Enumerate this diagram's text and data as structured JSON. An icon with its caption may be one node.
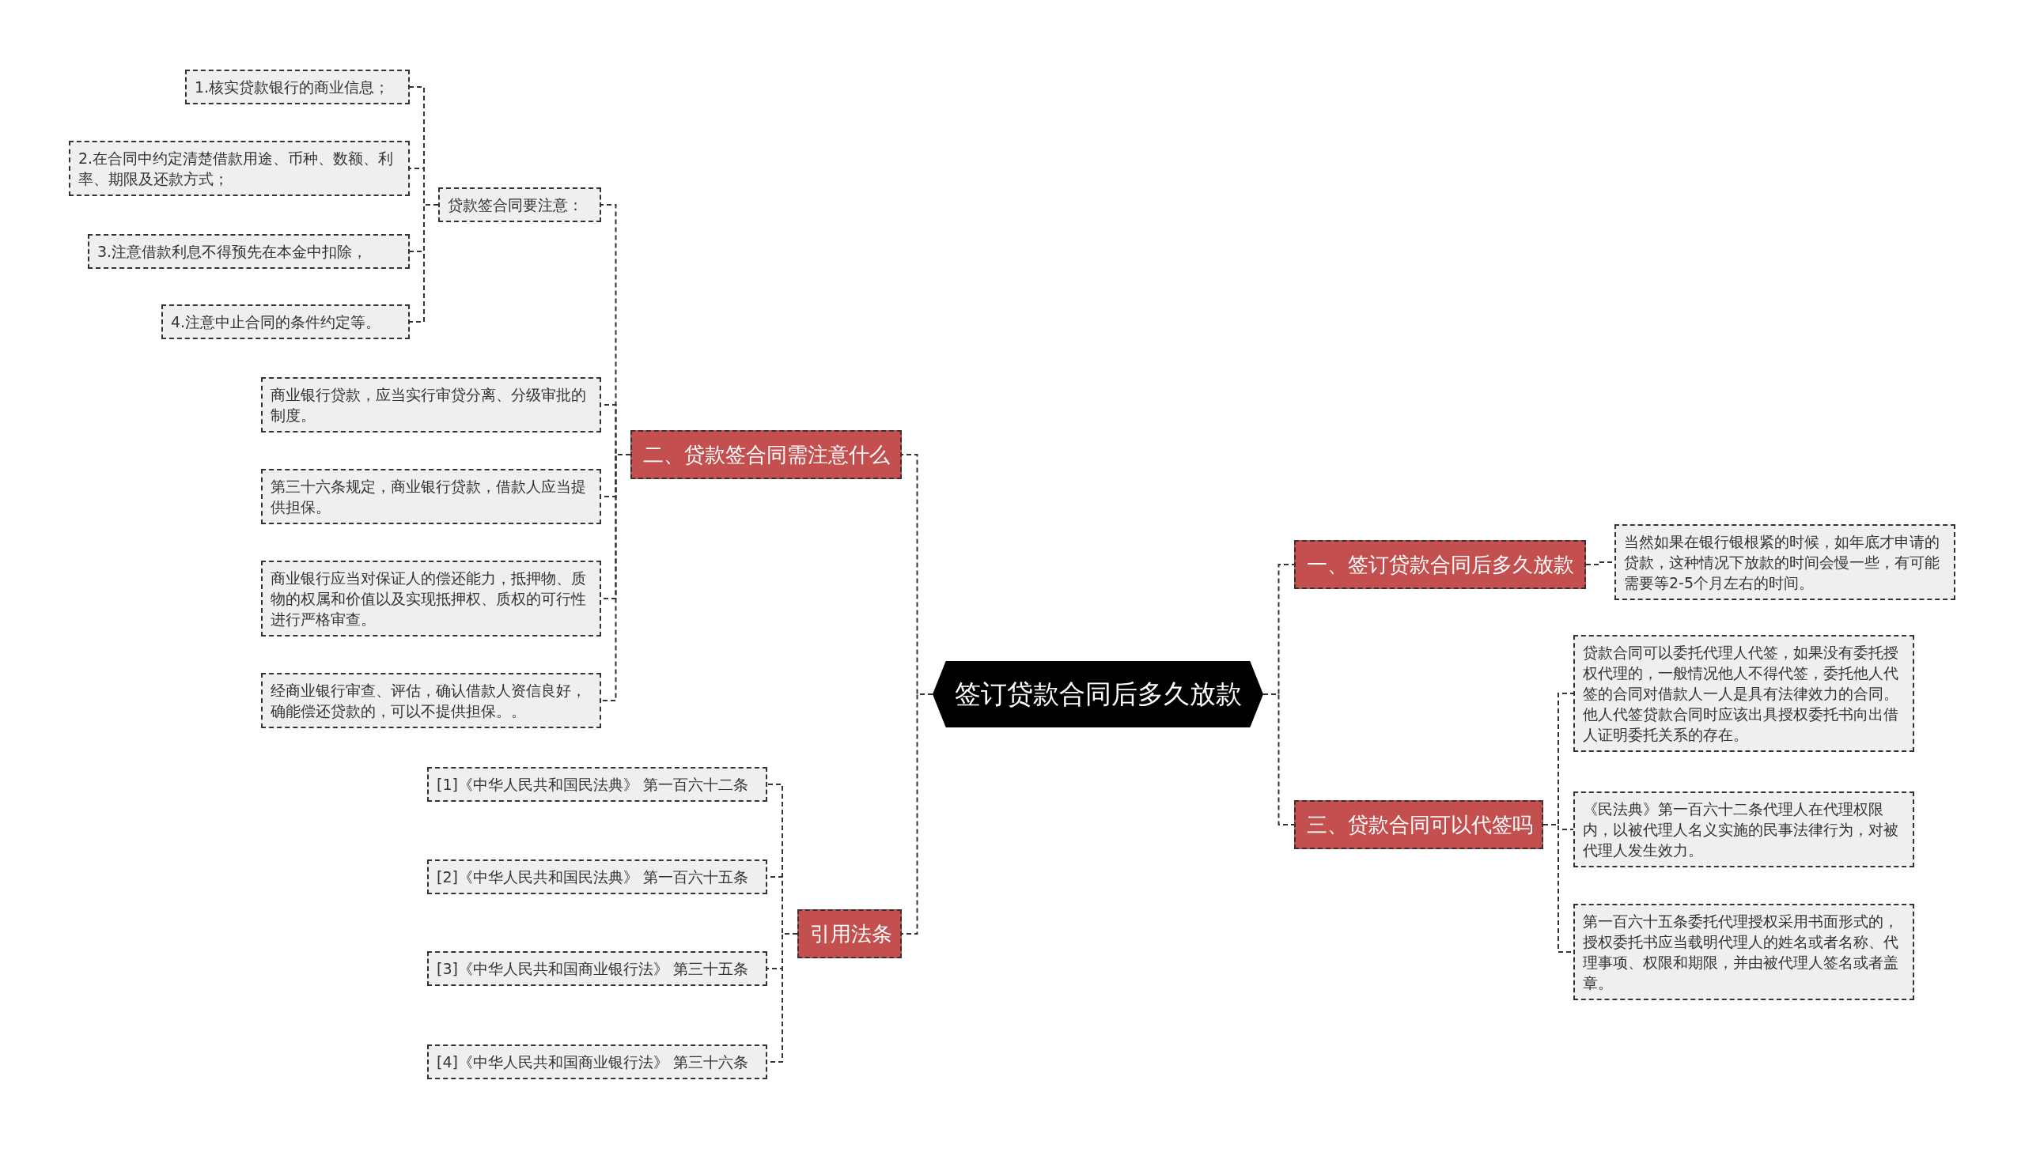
{
  "diagram": {
    "nodes": [
      {
        "text": [
          "签订贷款合同后多久放款"
        ]
      },
      {
        "text": [
          "二、贷款签合同需注意什么"
        ]
      },
      {
        "text": [
          "贷款签合同要注意："
        ]
      },
      {
        "text": [
          "1.核实贷款银行的商业信息；"
        ]
      },
      {
        "text": [
          "2.在合同中约定清楚借款用途、币种、数额、利率、期限及还款方式；"
        ]
      },
      {
        "text": [
          "3.注意借款利息不得预先在本金中扣除，"
        ]
      },
      {
        "text": [
          "4.注意中止合同的条件约定等。"
        ]
      },
      {
        "text": [
          "商业银行贷款，应当实行审贷分离、分级审批的制度。"
        ]
      },
      {
        "text": [
          "第三十六条规定，商业银行贷款，借款人应当提供担保。"
        ]
      },
      {
        "text": [
          "商业银行应当对保证人的偿还能力，抵押物、质物的权属和价值以及实现抵押权、质权的可行性进行严格审查。"
        ]
      },
      {
        "text": [
          "经商业银行审查、评估，确认借款人资信良好，确能偿还贷款的，可以不提供担保。。"
        ]
      },
      {
        "text": [
          "引用法条"
        ]
      },
      {
        "text": [
          "[1]《中华人民共和国民法典》 第一百六十二条"
        ]
      },
      {
        "text": [
          "[2]《中华人民共和国民法典》 第一百六十五条"
        ]
      },
      {
        "text": [
          "[3]《中华人民共和国商业银行法》 第三十五条"
        ]
      },
      {
        "text": [
          "[4]《中华人民共和国商业银行法》 第三十六条"
        ]
      },
      {
        "text": [
          "一、签订贷款合同后多久放款"
        ]
      },
      {
        "text": [
          "当然如果在银行银根紧的时候，如年底才申请的贷款，这种情况下放款的时间会慢一些，有可能需要等2-5个月左右的时间。"
        ]
      },
      {
        "text": [
          "三、贷款合同可以代签吗"
        ]
      },
      {
        "text": [
          "贷款合同可以委托代理人代签，如果没有委托授权代理的，一般情况他人不得代签，委托他人代签的合同对借款人一人是具有法律效力的合同。他人代签贷款合同时应该出具授权委托书向出借人证明委托关系的存在。"
        ]
      },
      {
        "text": [
          "《民法典》第一百六十二条代理人在代理权限内，以被代理人名义实施的民事法律行为，对被代理人发生效力。"
        ]
      },
      {
        "text": [
          "第一百六十五条委托代理授权采用书面形式的，授权委托书应当载明代理人的姓名或者名称、代理事项、权限和期限，并由被代理人签名或者盖章。"
        ]
      }
    ],
    "edges": [
      {
        "from": 0,
        "to": 1,
        "arrow": "none"
      },
      {
        "from": 0,
        "to": 11,
        "arrow": "none"
      },
      {
        "from": 0,
        "to": 16,
        "arrow": "none"
      },
      {
        "from": 0,
        "to": 18,
        "arrow": "none"
      },
      {
        "from": 1,
        "to": 2,
        "arrow": "none"
      },
      {
        "from": 1,
        "to": 7,
        "arrow": "none"
      },
      {
        "from": 1,
        "to": 8,
        "arrow": "none"
      },
      {
        "from": 1,
        "to": 9,
        "arrow": "none"
      },
      {
        "from": 1,
        "to": 10,
        "arrow": "none"
      },
      {
        "from": 2,
        "to": 3,
        "arrow": "none"
      },
      {
        "from": 2,
        "to": 4,
        "arrow": "none"
      },
      {
        "from": 2,
        "to": 5,
        "arrow": "none"
      },
      {
        "from": 2,
        "to": 6,
        "arrow": "none"
      },
      {
        "from": 11,
        "to": 12,
        "arrow": "none"
      },
      {
        "from": 11,
        "to": 13,
        "arrow": "none"
      },
      {
        "from": 11,
        "to": 14,
        "arrow": "none"
      },
      {
        "from": 11,
        "to": 15,
        "arrow": "none"
      },
      {
        "from": 16,
        "to": 17,
        "arrow": "none"
      },
      {
        "from": 18,
        "to": 19,
        "arrow": "none"
      },
      {
        "from": 18,
        "to": 20,
        "arrow": "none"
      },
      {
        "from": 18,
        "to": 21,
        "arrow": "none"
      }
    ]
  }
}
